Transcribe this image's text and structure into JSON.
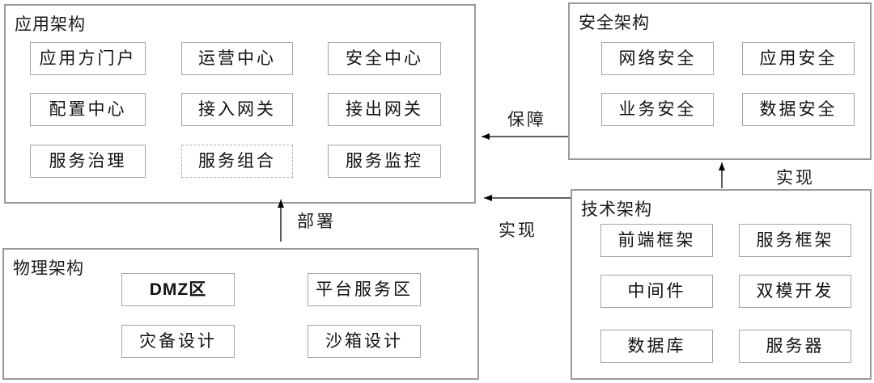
{
  "sections": {
    "application": {
      "title": "应用架构",
      "items": [
        "应用方门户",
        "运营中心",
        "安全中心",
        "配置中心",
        "接入网关",
        "接出网关",
        "服务治理",
        "服务组合",
        "服务监控"
      ]
    },
    "security": {
      "title": "安全架构",
      "items": [
        "网络安全",
        "应用安全",
        "业务安全",
        "数据安全"
      ]
    },
    "technology": {
      "title": "技术架构",
      "items": [
        "前端框架",
        "服务框架",
        "中间件",
        "双模开发",
        "数据库",
        "服务器"
      ]
    },
    "physical": {
      "title": "物理架构",
      "items": [
        "DMZ区",
        "平台服务区",
        "灾备设计",
        "沙箱设计"
      ]
    }
  },
  "arrows": {
    "guarantee": "保障",
    "realize_security": "实现",
    "realize_application": "实现",
    "deploy": "部署"
  },
  "colors": {
    "background": "#ffffff",
    "outer_border": "#9a9a9a",
    "inner_border": "#a6a6a6",
    "dashed_border": "#b3b3b3",
    "text": "#1a1a1a",
    "arrow": "#000000"
  }
}
